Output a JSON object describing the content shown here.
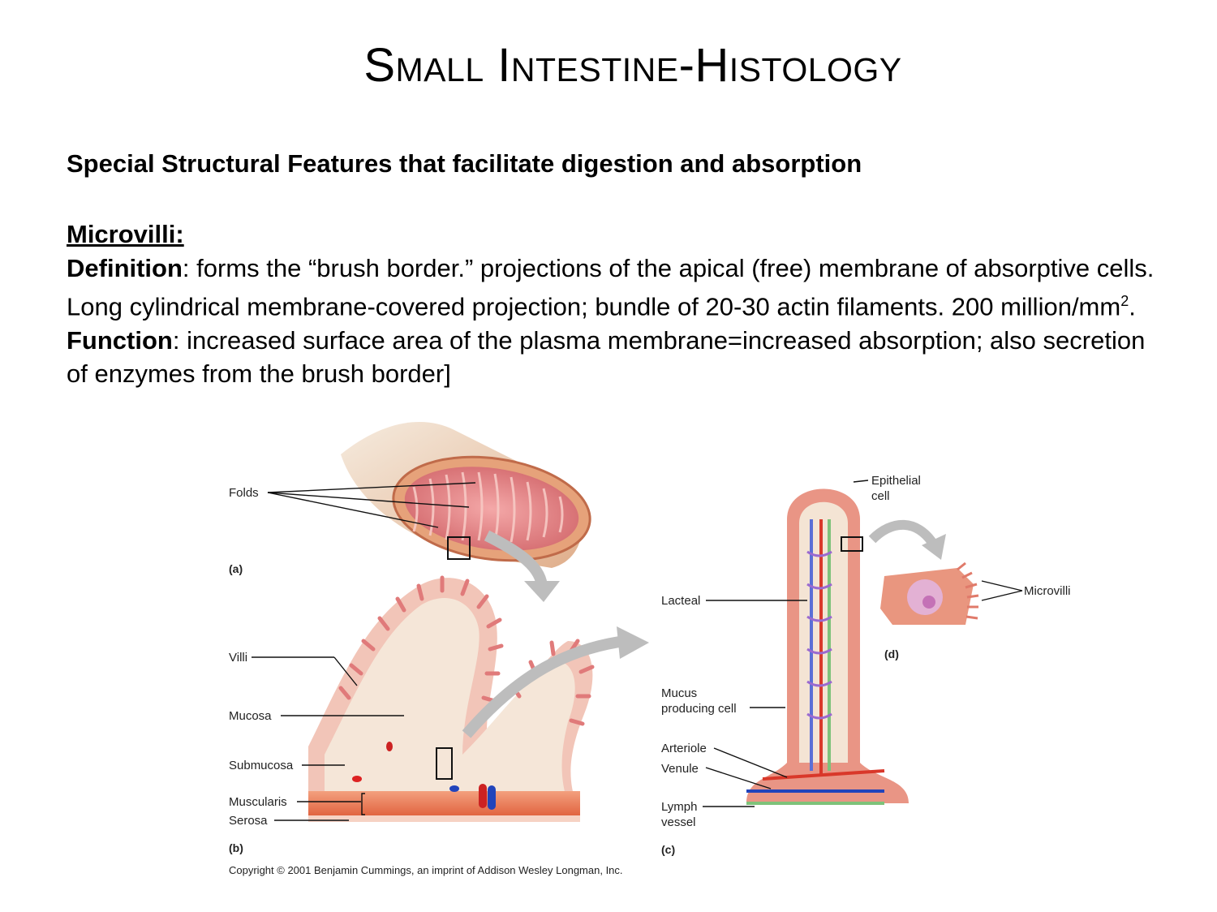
{
  "slide": {
    "title": "Small Intestine-Histology",
    "subtitle": "Special Structural Features that facilitate digestion and absorption",
    "section_heading": "Microvilli:",
    "definition_term": "Definition",
    "definition_text": ": forms the “brush border.” projections of the apical (free) membrane of absorptive cells. Long cylindrical membrane-covered projection; bundle of 20-30 actin filaments.  200 million/mm",
    "definition_superscript": "2",
    "definition_end": ".",
    "function_term": "Function",
    "function_text": ": increased surface area of the plasma membrane=increased absorption; also secretion of enzymes from the brush border]"
  },
  "figure": {
    "labels": {
      "folds": "Folds",
      "villi": "Villi",
      "mucosa": "Mucosa",
      "submucosa": "Submucosa",
      "muscularis": "Muscularis",
      "serosa": "Serosa",
      "epithelial_cell_1": "Epithelial",
      "epithelial_cell_2": "cell",
      "lacteal": "Lacteal",
      "mucus_1": "Mucus",
      "mucus_2": "producing cell",
      "arteriole": "Arteriole",
      "venule": "Venule",
      "lymph_1": "Lymph",
      "lymph_2": "vessel",
      "microvilli": "Microvilli"
    },
    "panels": {
      "a": "(a)",
      "b": "(b)",
      "c": "(c)",
      "d": "(d)"
    },
    "copyright": "Copyright © 2001 Benjamin Cummings, an imprint of Addison Wesley Longman, Inc."
  }
}
